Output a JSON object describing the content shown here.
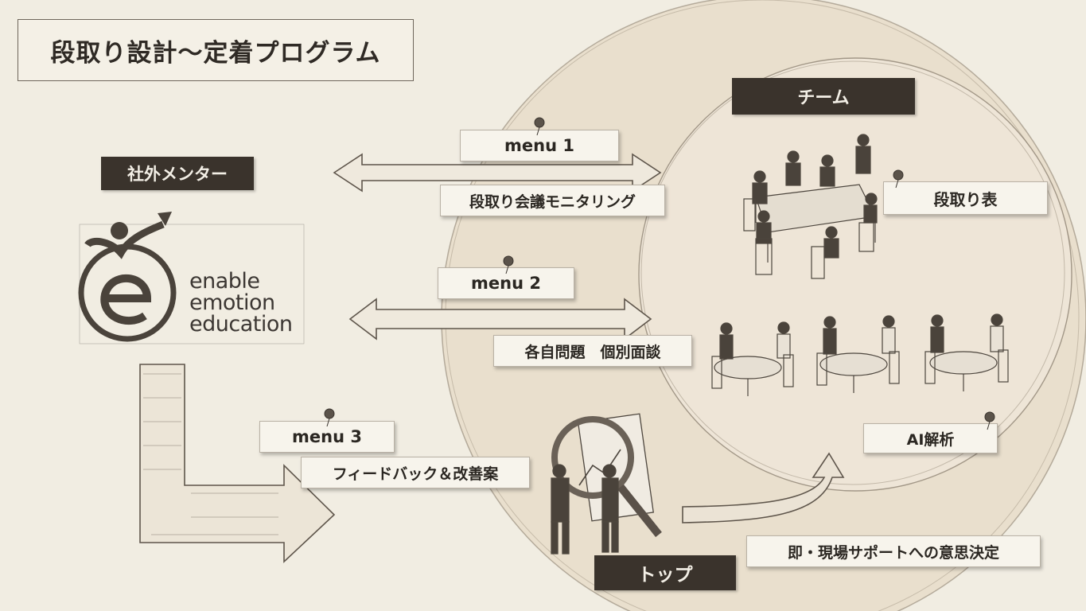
{
  "title": "段取り設計〜定着プログラム",
  "mentor": {
    "label": "社外メンター",
    "logo_lines": [
      "enable",
      "emotion",
      "education"
    ]
  },
  "team": {
    "label": "チーム",
    "items": [
      "段取り表",
      "AI解析"
    ]
  },
  "top": {
    "label": "トップ",
    "caption": "即・現場サポートへの意思決定"
  },
  "menus": [
    {
      "label": "menu 1",
      "desc": "段取り会議モニタリング"
    },
    {
      "label": "menu 2",
      "desc": "各自問題　個別面談"
    },
    {
      "label": "menu 3",
      "desc": "フィードバック＆改善案"
    }
  ],
  "colors": {
    "background": "#f1ede2",
    "dark_label": "#3a332c",
    "circle_fill": "#e4d6c0"
  }
}
